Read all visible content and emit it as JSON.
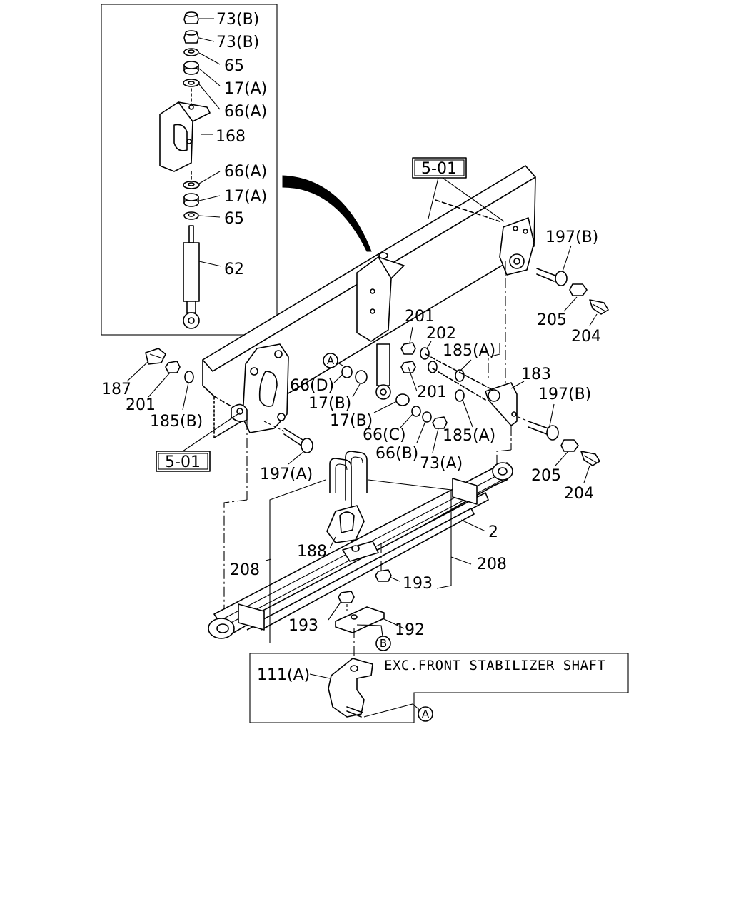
{
  "labels": {
    "p73b_1": "73(B)",
    "p73b_2": "73(B)",
    "p65_1": "65",
    "p17a_1": "17(A)",
    "p66a_1": "66(A)",
    "p168": "168",
    "p66a_2": "66(A)",
    "p17a_2": "17(A)",
    "p65_2": "65",
    "p62": "62",
    "ref501_top": "5-01",
    "p197b_1": "197(B)",
    "p205_1": "205",
    "p204_1": "204",
    "p201_1": "201",
    "p202": "202",
    "p185a_1": "185(A)",
    "p183": "183",
    "p197b_2": "197(B)",
    "p201_2": "201",
    "p185a_2": "185(A)",
    "p205_2": "205",
    "p204_2": "204",
    "p187": "187",
    "p201_3": "201",
    "p185b": "185(B)",
    "p66d": "66(D)",
    "p17b_1": "17(B)",
    "p17b_2": "17(B)",
    "p66c": "66(C)",
    "p66b": "66(B)",
    "p73a": "73(A)",
    "ref501_bottom": "5-01",
    "p197a": "197(A)",
    "p2": "2",
    "p188": "188",
    "p208_1": "208",
    "p208_2": "208",
    "p193_1": "193",
    "p193_2": "193",
    "p192": "192",
    "p111a": "111(A)"
  },
  "markers": {
    "a": "A",
    "b": "B"
  },
  "note": "EXC.FRONT STABILIZER SHAFT"
}
